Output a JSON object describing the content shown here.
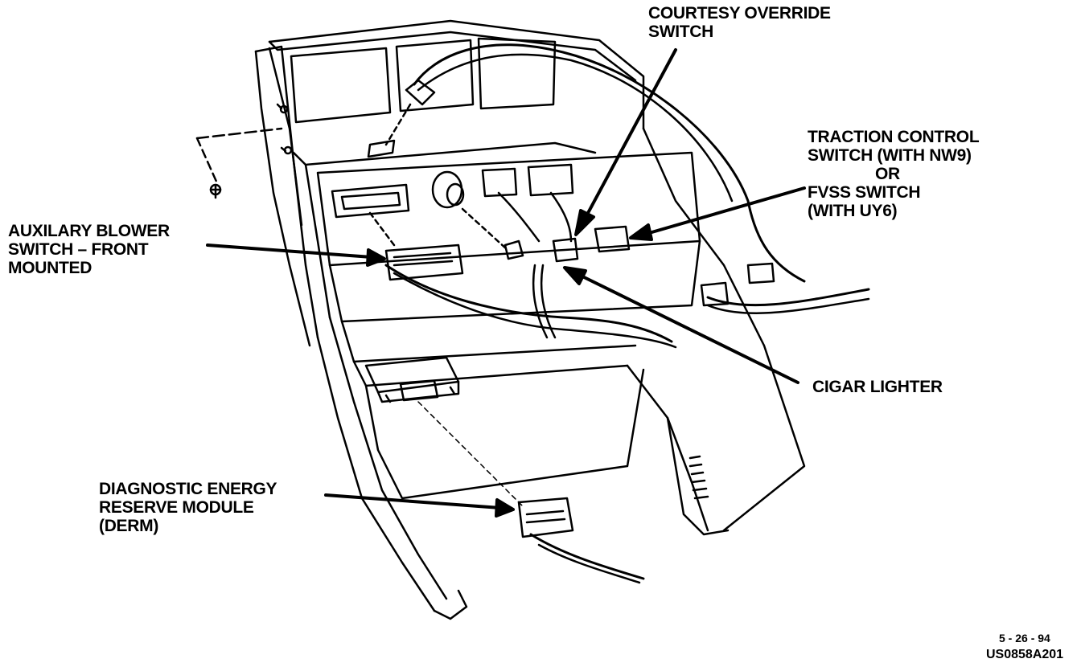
{
  "callouts": {
    "courtesy_override": "COURTESY OVERRIDE\nSWITCH",
    "traction_control": "TRACTION CONTROL\nSWITCH (WITH NW9)\nOR\nFVSS SWITCH\n(WITH UY6)",
    "auxilary_blower": "AUXILARY BLOWER\nSWITCH – FRONT\nMOUNTED",
    "cigar_lighter": "CIGAR LIGHTER",
    "derm": "DIAGNOSTIC ENERGY\nRESERVE MODULE\n(DERM)"
  },
  "footer": {
    "date": "5 - 26 - 94",
    "figure_code": "US0858A201"
  }
}
